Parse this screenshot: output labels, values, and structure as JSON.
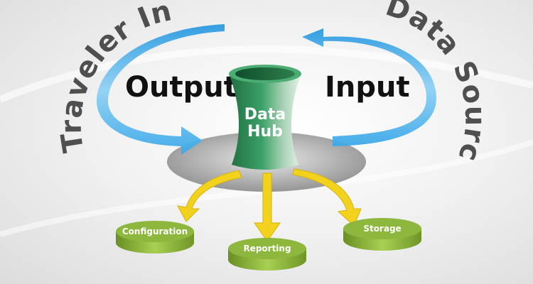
{
  "labels": {
    "traveler_info": "Traveler Info",
    "data_sources": "Data Sources",
    "output": "Output",
    "input": "Input",
    "hub_line1": "Data",
    "hub_line2": "Hub"
  },
  "outputs": [
    {
      "key": "configuration",
      "label": "Configuration"
    },
    {
      "key": "reporting",
      "label": "Reporting"
    },
    {
      "key": "storage",
      "label": "Storage"
    }
  ],
  "colors": {
    "hub_green": "#2e8a54",
    "disc_green": "#8db73d",
    "arrow_yellow": "#f2d21c",
    "arrow_blue": "#56b4ea",
    "label_gray": "#4f4f4f"
  }
}
